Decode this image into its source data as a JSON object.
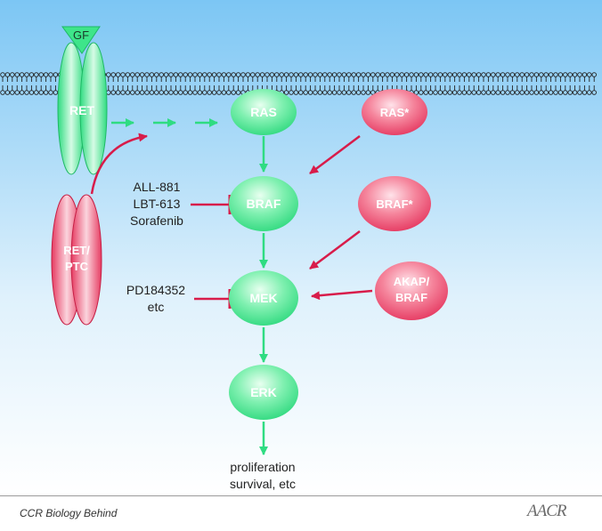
{
  "colors": {
    "background_top": "#7cc6f4",
    "background_bottom": "#ffffff",
    "normal_node": "#3ee58a",
    "mutant_node": "#ee3d62",
    "activation_arrow": "#2fdc82",
    "inhibition_arrow": "#d81c4a"
  },
  "membrane": {
    "ligand": "GF",
    "receptor": "RET",
    "fusion_receptor": [
      "RET/",
      "PTC"
    ]
  },
  "nodes": {
    "ras": "RAS",
    "braf": "BRAF",
    "mek": "MEK",
    "erk": "ERK",
    "ras_mutant": "RAS*",
    "braf_mutant": "BRAF*",
    "akap_braf": [
      "AKAP/",
      "BRAF"
    ]
  },
  "inhibitors": {
    "braf": [
      "ALL-881",
      "LBT-613",
      "Sorafenib"
    ],
    "mek": [
      "PD184352",
      "etc"
    ]
  },
  "outcome": [
    "proliferation",
    "survival, etc"
  ],
  "footer": {
    "label": "CCR Biology Behind",
    "logo": "AACR"
  }
}
